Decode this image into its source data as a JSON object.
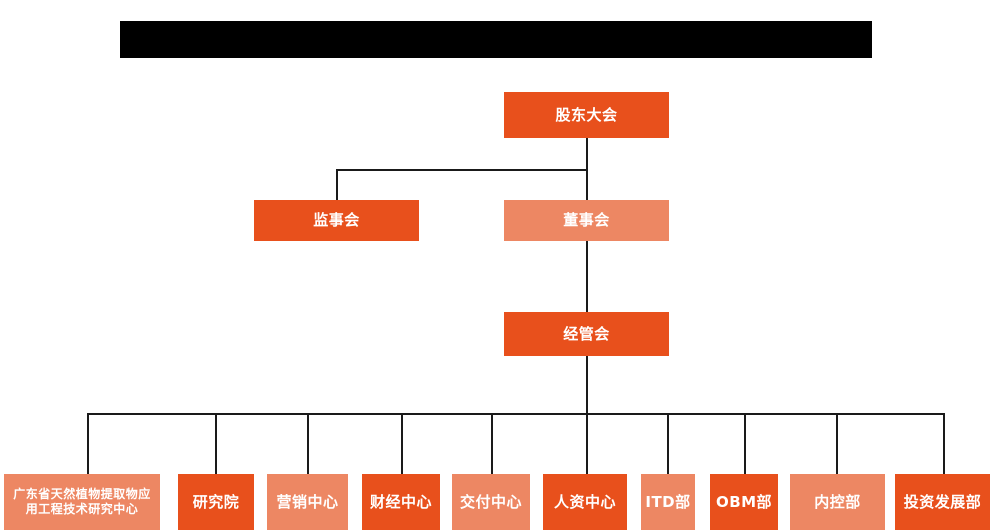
{
  "document": {
    "type": "organization-chart",
    "orientation": "top-down",
    "background_color": "#ffffff",
    "connector_color": "#1a1a1a"
  },
  "palette": {
    "accent_dark": "#E8501C",
    "accent_light": "#ED8763",
    "redaction": "#000000",
    "node_text": "#ffffff"
  },
  "header": {
    "redacted_title": "",
    "note": "solid black redaction bar, no visible text"
  },
  "nodes": {
    "shareholders_meeting": {
      "label": "股东大会",
      "tone": "dark",
      "level": 1
    },
    "board_of_supervisors": {
      "label": "监事会",
      "tone": "dark",
      "level": 2
    },
    "board_of_directors": {
      "label": "董事会",
      "tone": "light",
      "level": 2
    },
    "management_committee": {
      "label": "经管会",
      "tone": "dark",
      "level": 3
    }
  },
  "departments": [
    {
      "label": "广东省天然植物提取物应\n用工程技术研究中心",
      "tone": "light",
      "font_size": 12
    },
    {
      "label": "研究院",
      "tone": "dark",
      "font_size": 15
    },
    {
      "label": "营销中心",
      "tone": "light",
      "font_size": 15
    },
    {
      "label": "财经中心",
      "tone": "dark",
      "font_size": 15
    },
    {
      "label": "交付中心",
      "tone": "light",
      "font_size": 15
    },
    {
      "label": "人资中心",
      "tone": "dark",
      "font_size": 15
    },
    {
      "label": "ITD部",
      "tone": "light",
      "font_size": 15
    },
    {
      "label": "OBM部",
      "tone": "dark",
      "font_size": 15
    },
    {
      "label": "内控部",
      "tone": "light",
      "font_size": 15
    },
    {
      "label": "投资发展部",
      "tone": "dark",
      "font_size": 15
    }
  ]
}
